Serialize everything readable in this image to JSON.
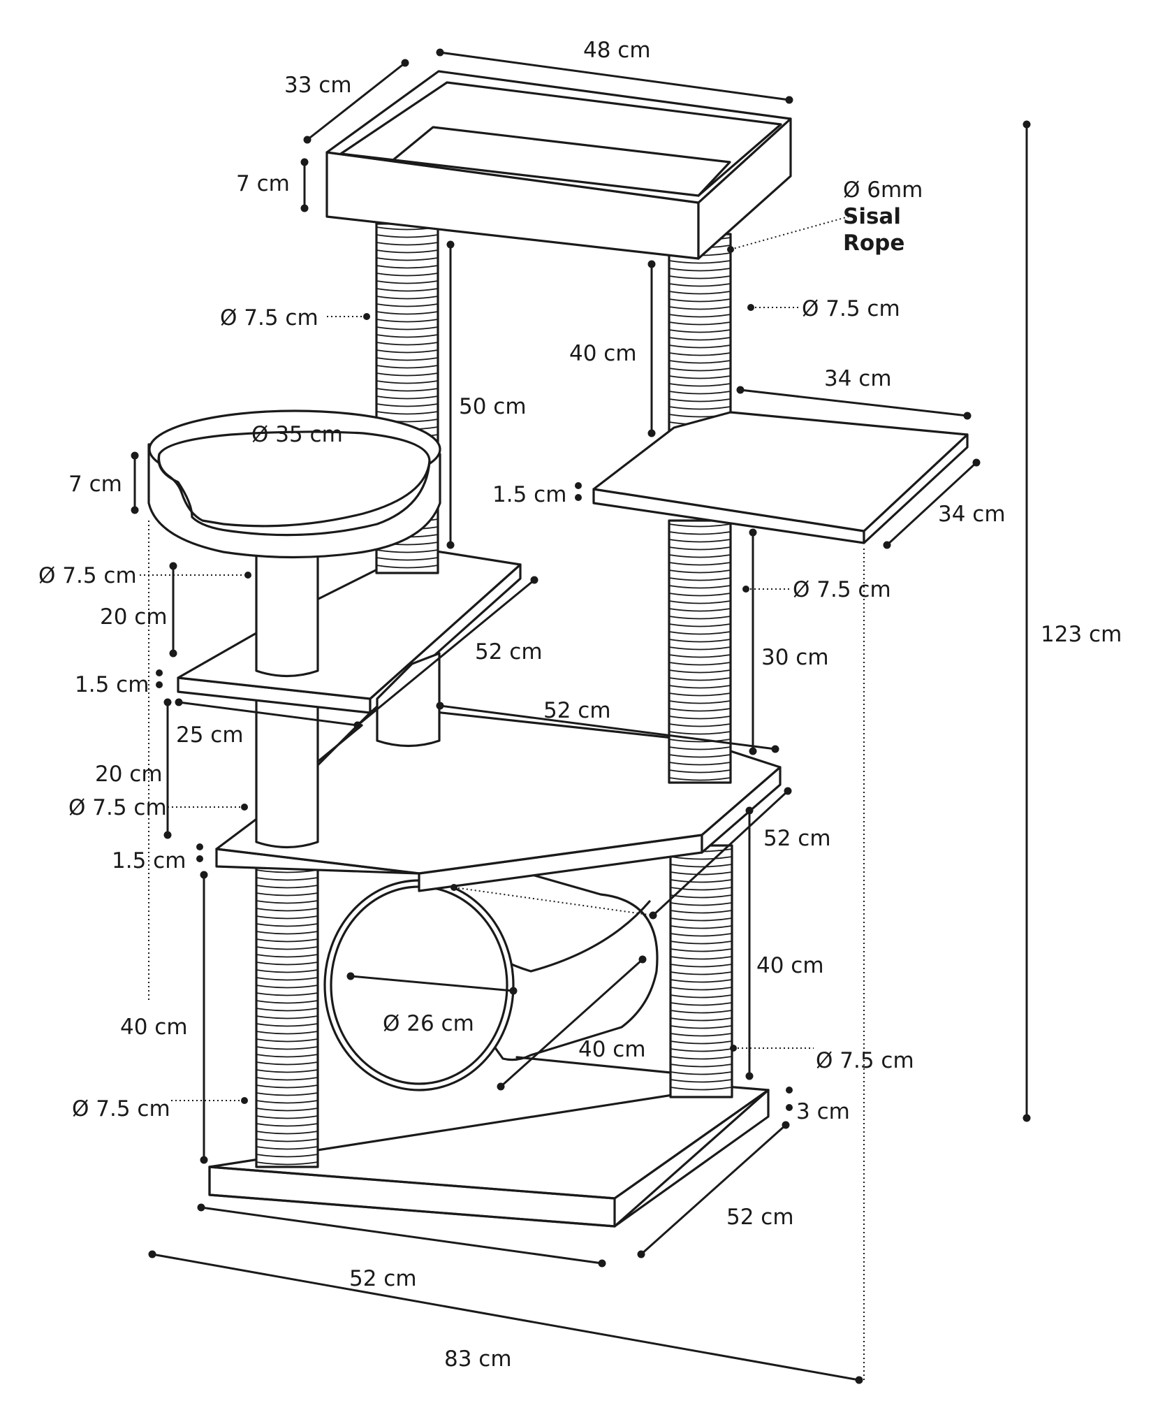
{
  "labels": {
    "top_width": "48 cm",
    "top_depth": "33 cm",
    "top_height": "7 cm",
    "rope_dia": "Ø 6mm",
    "rope_word1": "Sisal",
    "rope_word2": "Rope",
    "post_tl_dia": "Ø 7.5 cm",
    "post_tr_dia": "Ø 7.5 cm",
    "post_tr_len": "40 cm",
    "post_tl_len": "50 cm",
    "right_plat_width": "34 cm",
    "right_plat_depth": "34 cm",
    "right_plat_thick": "1.5 cm",
    "bowl_dia": "Ø 35 cm",
    "bowl_height": "7 cm",
    "bowl_post_dia": "Ø 7.5 cm",
    "bowl_post_len": "20 cm",
    "right_low_post_dia": "Ø 7.5 cm",
    "right_low_post_len": "30 cm",
    "mid_plat_depth": "52 cm",
    "mid_plat_thick": "1.5 cm",
    "mid_plat_width": "25 cm",
    "hex_width": "52 cm",
    "hex_depth": "52 cm",
    "mid_post_len": "20 cm",
    "mid_post_dia": "Ø 7.5 cm",
    "hex_thick": "1.5 cm",
    "tunnel_dia": "Ø 26 cm",
    "tunnel_len": "40 cm",
    "lower_right_len": "40 cm",
    "lower_right_dia": "Ø 7.5 cm",
    "lower_left_len": "40 cm",
    "lower_left_dia": "Ø 7.5 cm",
    "base_thick": "3 cm",
    "base_depth": "52 cm",
    "base_width": "52 cm",
    "total_width": "83 cm",
    "total_height": "123 cm"
  }
}
